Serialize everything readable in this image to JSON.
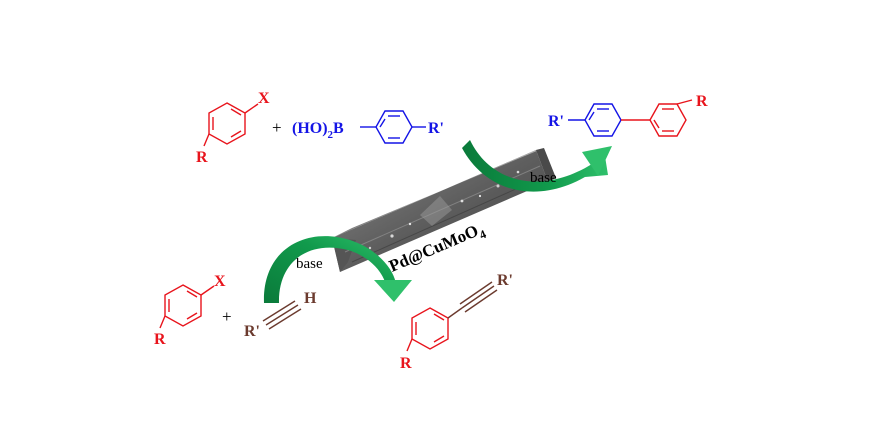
{
  "colors": {
    "red": "#e8141c",
    "blue": "#1414e6",
    "brown": "#6b3a2e",
    "arrow_green": "#0f8c45",
    "arrow_green_light": "#2fbf6a",
    "crystal": "#6d6d6d"
  },
  "catalyst": {
    "label": "Pd@CuMoO",
    "subscript": "4"
  },
  "suzuki": {
    "aryl_halide_x": "X",
    "aryl_halide_r": "R",
    "plus": "+",
    "boronic_prefix": "(HO)",
    "boronic_subscript": "2",
    "boronic_b": "B",
    "boronic_r": "R'",
    "base_label": "base",
    "product_r_left": "R'",
    "product_r_right": "R"
  },
  "sonogashira": {
    "aryl_halide_x": "X",
    "aryl_halide_r": "R",
    "plus": "+",
    "alkyne_r": "R'",
    "alkyne_h": "H",
    "base_label": "base",
    "product_r_alkyne": "R'",
    "product_r_ring": "R"
  }
}
